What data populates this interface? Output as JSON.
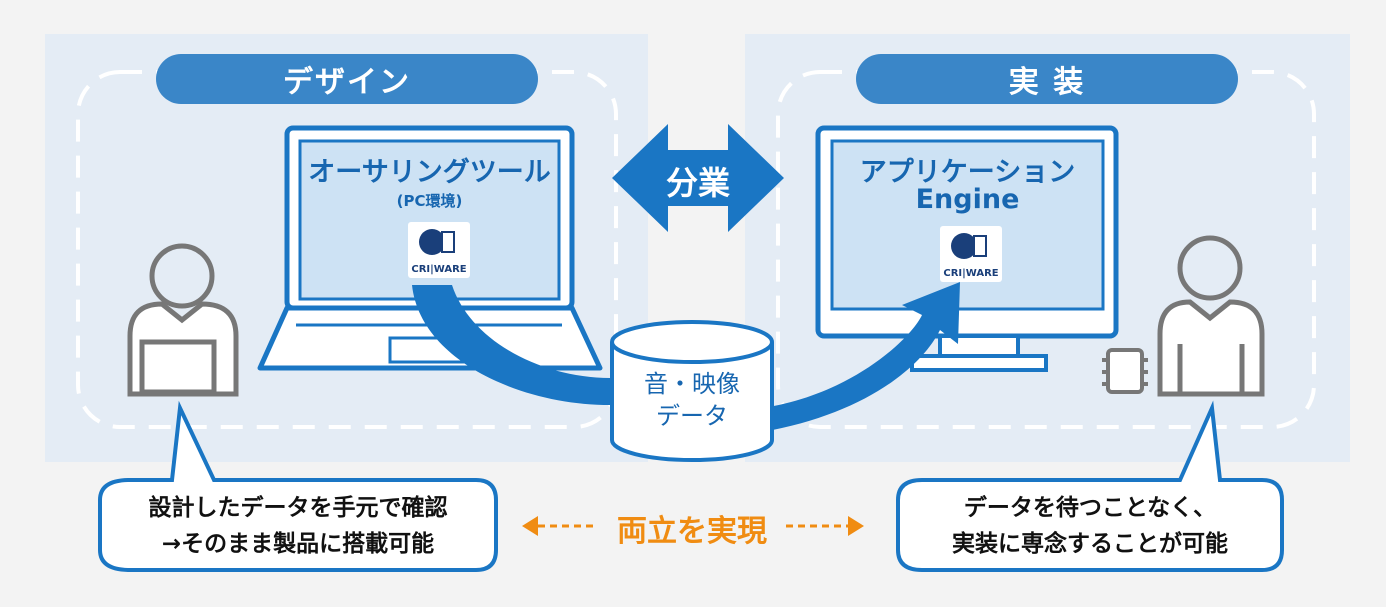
{
  "design": {
    "title": "デザイン"
  },
  "implementation": {
    "title": "実 装"
  },
  "authoring": {
    "title": "オーサリングツール",
    "subtitle": "(PC環境)",
    "logo_text": "CRI|WARE"
  },
  "engine": {
    "title_line1": "アプリケーション",
    "title_line2": "Engine",
    "logo_text": "CRI|WARE"
  },
  "division": {
    "label": "分業"
  },
  "data_store": {
    "line1": "音・映像",
    "line2": "データ"
  },
  "bubble_left": {
    "line1": "設計したデータを手元で確認",
    "line2": "→そのまま製品に搭載可能"
  },
  "bubble_right": {
    "line1": "データを待つことなく、",
    "line2": "実装に専念することが可能"
  },
  "center_message": {
    "label": "両立を実現"
  },
  "colors": {
    "accent": "#1a76c4",
    "pill": "#3a86c8",
    "orange": "#f08c12",
    "panel": "#e4ecf5",
    "screen": "#cde2f4"
  }
}
